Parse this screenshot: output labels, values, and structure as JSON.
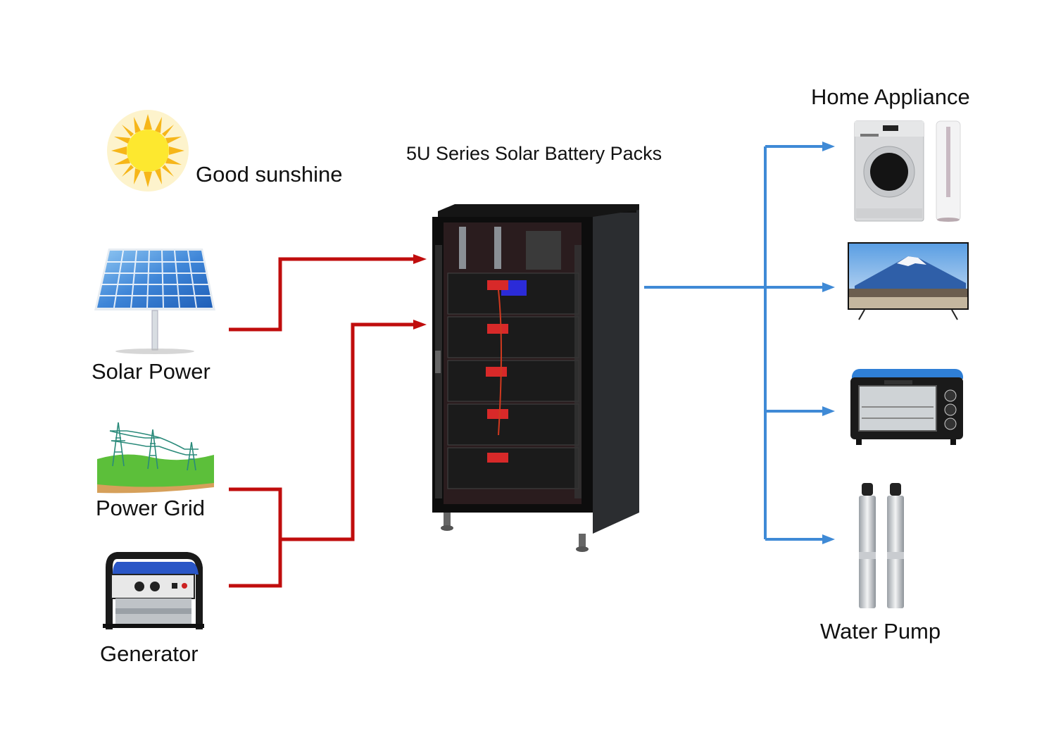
{
  "diagram": {
    "title": "5U Series Solar Battery Packs",
    "conditions": [
      {
        "label": "Good sunshine",
        "icon": "sun-icon"
      }
    ],
    "sources": [
      {
        "label": "Solar Power",
        "icon": "solar-panel-icon",
        "connects_to": "battery-input-1"
      },
      {
        "label": "Power Grid",
        "icon": "power-grid-icon",
        "connects_to": "battery-input-2"
      },
      {
        "label": "Generator",
        "icon": "generator-icon",
        "connects_to": "battery-input-2"
      }
    ],
    "storage": {
      "label": "5U Series Solar Battery Packs",
      "icon": "battery-rack-icon",
      "modules": 5
    },
    "loads_header": "Home Appliance",
    "loads": [
      {
        "name": "Washing machine & air conditioner",
        "icon": "washing-machine-icon"
      },
      {
        "name": "Television",
        "icon": "tv-icon"
      },
      {
        "name": "Oven",
        "icon": "oven-icon"
      },
      {
        "name": "Water Pump",
        "label": "Water Pump",
        "icon": "water-pump-icon"
      }
    ],
    "colors": {
      "input_arrows": "#c00d0d",
      "output_arrows": "#3f8ad6",
      "text": "#111111"
    }
  }
}
